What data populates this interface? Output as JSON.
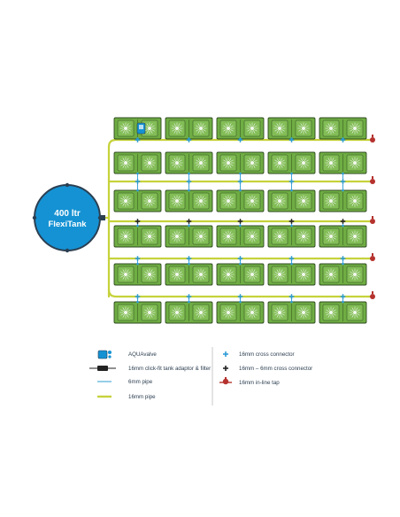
{
  "tank": {
    "line1": "400 ltr",
    "line2": "FlexiTank"
  },
  "colors": {
    "tank_fill": "#1592d3",
    "tank_border": "#2b3f52",
    "tray_fill": "#6fad43",
    "tray_border": "#2e4a1f",
    "pot_fill": "#82bd56",
    "pipe_16mm": "#c6d23a",
    "pipe_6mm": "#2c9bd6",
    "tap": "#b5322e",
    "cross_16": "#2c9bd6",
    "cross_6": "#222222"
  },
  "layout": {
    "tray_rows": 6,
    "trays_per_row": 5
  },
  "legend": {
    "items": [
      {
        "id": "aquavalve",
        "icon": "aquavalve-icon",
        "label": "AQUAvalve"
      },
      {
        "id": "tank-adaptor",
        "icon": "tank-adaptor-icon",
        "label": "16mm click-fit tank adaptor & filter"
      },
      {
        "id": "pipe-6mm",
        "icon": "pipe-6mm-icon",
        "label": "6mm pipe"
      },
      {
        "id": "pipe-16mm",
        "icon": "pipe-16mm-icon",
        "label": "16mm pipe"
      },
      {
        "id": "cross-16mm",
        "icon": "cross-connector-16mm-icon",
        "label": "16mm cross connector"
      },
      {
        "id": "cross-16-6mm",
        "icon": "cross-connector-16-6mm-icon",
        "label": "16mm – 6mm cross connector"
      },
      {
        "id": "inline-tap",
        "icon": "inline-tap-icon",
        "label": "16mm in-line tap"
      }
    ]
  }
}
